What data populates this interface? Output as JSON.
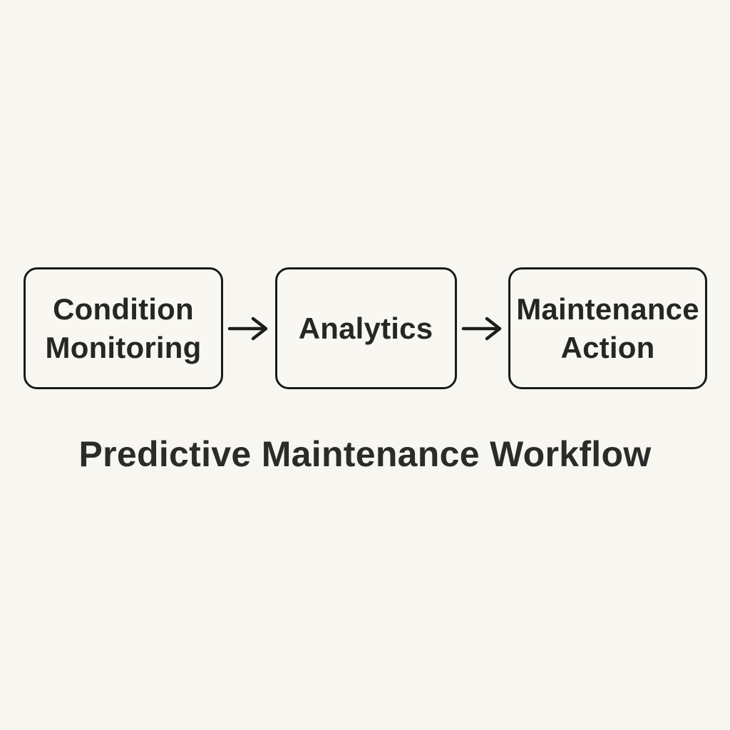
{
  "page": {
    "background": "#f8f6f0"
  },
  "diagram": {
    "title": "Predictive Maintenance Workflow",
    "nodes": [
      {
        "id": "condition-monitoring",
        "label": "Condition Monitoring"
      },
      {
        "id": "analytics",
        "label": "Analytics"
      },
      {
        "id": "maintenance-action",
        "label": "Maintenance Action"
      }
    ],
    "connectors": [
      {
        "from": "condition-monitoring",
        "to": "analytics",
        "type": "arrow-right"
      },
      {
        "from": "analytics",
        "to": "maintenance-action",
        "type": "arrow-right"
      }
    ],
    "colors": {
      "background": "#f8f6f0",
      "node_fill": "#f9f7f1",
      "node_border": "#1a1a1a",
      "text": "#262626",
      "arrow": "#1d1d1d"
    }
  }
}
